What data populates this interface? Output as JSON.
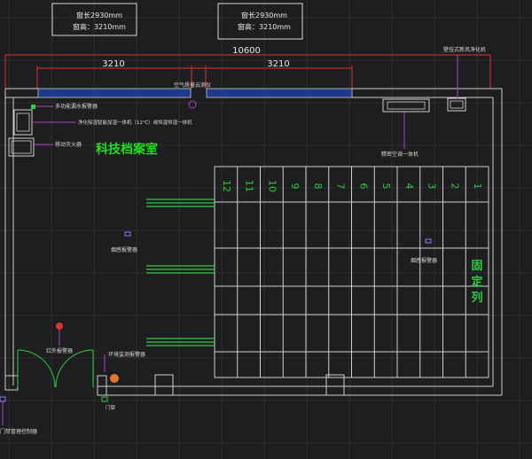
{
  "window_boxes": [
    {
      "line1": "窗长2930mm",
      "line2": "窗高：3210mm"
    },
    {
      "line1": "窗长2930mm",
      "line2": "窗高：3210mm"
    }
  ],
  "dimensions": {
    "total": "10600",
    "left": "3210",
    "right": "3210"
  },
  "room_title": "科技档案室",
  "fixed_column_label": [
    "固",
    "定",
    "列"
  ],
  "shelf_numbers": [
    "12",
    "11",
    "10",
    "9",
    "8",
    "7",
    "6",
    "5",
    "4",
    "3",
    "2",
    "1"
  ],
  "device_labels": {
    "wall_purifier": "壁挂式新风净化机",
    "air_quality": "空气质量云测仪",
    "water_alarm": "多功能漏水报警器",
    "purify_dehumid": "净化除湿智能加湿一体机（12℃）或恒温恒湿一体机",
    "mobile_fire": "移动灭火器",
    "ac_unit": "精密空调一体机",
    "smoke_left": "烟感报警器",
    "smoke_right": "烟感报警器",
    "ir_alarm": "红外报警器",
    "env_monitor": "环境监测报警器",
    "door": "门禁",
    "access_control": "门禁管理控制器"
  },
  "colors": {
    "background": "#1e1e20",
    "wall": "#cfcfcf",
    "dimension": "#e0312a",
    "window": "#1f3a8c",
    "shelf_number": "#2ecc40",
    "leader": "#b040c0",
    "room_title": "#22dd22"
  }
}
